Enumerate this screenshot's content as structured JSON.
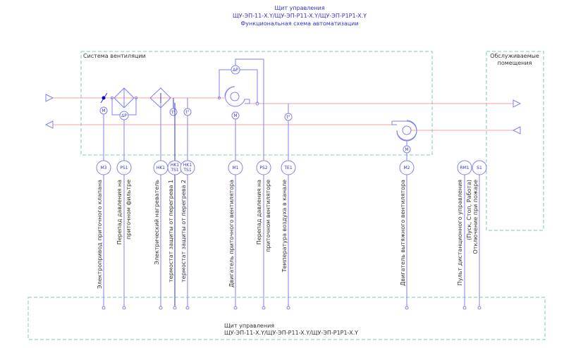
{
  "title": {
    "line1": "Щит управления",
    "line2": "ЩУ-ЭП-11-X.Y/ЩУ-ЭП-P11-X.Y/ЩУ-ЭП-P1P1-X.Y",
    "line3": "Функциональная схема автоматизации"
  },
  "system_box": {
    "label": "Система вентиляции"
  },
  "rooms_box": {
    "line1": "Обслуживаемые",
    "line2": "помещения"
  },
  "panel_box": {
    "line1": "Щит управления",
    "line2": "ЩУ-ЭП-11-X.Y/ЩУ-ЭП-P11-X.Y/ЩУ-ЭП-P1P1-X.Y"
  },
  "symbols": {
    "motor": "M",
    "dp": "ΔP",
    "temp": "t°"
  },
  "devices": [
    {
      "tag": "M3",
      "label1": "Электропривод приточного клапана",
      "label2": ""
    },
    {
      "tag": "PS1",
      "label1": "Перепад давления на",
      "label2": "приточном фильтре"
    },
    {
      "tag": "HK1",
      "label1": "Электрический нагреватель",
      "label2": ""
    },
    {
      "tag": "HK1",
      "tag2": "TS1",
      "label1": "термостат защиты от перегрева 1",
      "label2": ""
    },
    {
      "tag": "HK1",
      "tag2": "TS1",
      "label1": "термостат защиты от перегрева 2",
      "label2": ""
    },
    {
      "tag": "M1",
      "label1": "Двигатель приточного вентилятора",
      "label2": ""
    },
    {
      "tag": "PS2",
      "label1": "Перепад давления на",
      "label2": "приточном вентиляторе"
    },
    {
      "tag": "TE1",
      "label1": "Температура воздуха в канале",
      "label2": ""
    },
    {
      "tag": "M2",
      "label1": "Двигатель вытяжного вентилятора",
      "label2": ""
    },
    {
      "tag": "RM1",
      "label1": "Пульт дистанционного управления",
      "label2": "(Пуск, Стоп, Работа)"
    },
    {
      "tag": "S1",
      "label1": "Отключение при пожаре",
      "label2": ""
    }
  ]
}
